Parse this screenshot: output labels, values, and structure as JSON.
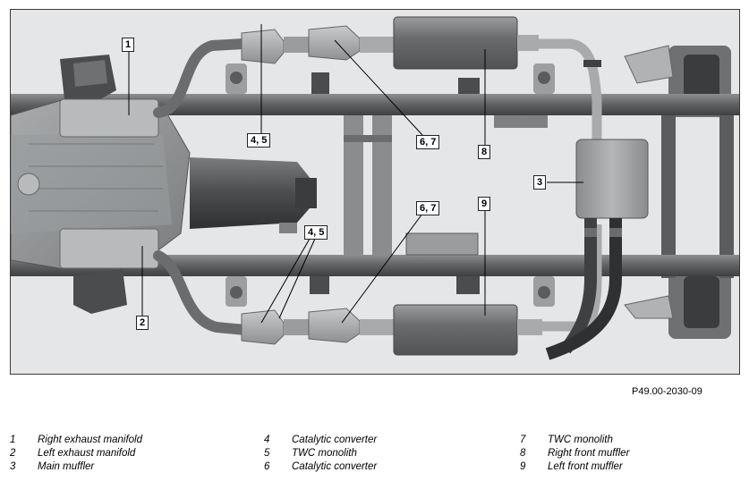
{
  "figure": {
    "reference": "P49.00-2030-09",
    "callouts": {
      "c1": "1",
      "c2": "2",
      "c3": "3",
      "c45_top": "4, 5",
      "c45_bottom": "4, 5",
      "c67_top": "6, 7",
      "c67_bottom": "6, 7",
      "c8": "8",
      "c9": "9"
    }
  },
  "legend": [
    [
      {
        "num": "1",
        "label": "Right exhaust manifold"
      },
      {
        "num": "2",
        "label": "Left exhaust manifold"
      },
      {
        "num": "3",
        "label": "Main muffler"
      }
    ],
    [
      {
        "num": "4",
        "label": "Catalytic converter"
      },
      {
        "num": "5",
        "label": "TWC monolith"
      },
      {
        "num": "6",
        "label": "Catalytic converter"
      }
    ],
    [
      {
        "num": "7",
        "label": "TWC monolith"
      },
      {
        "num": "8",
        "label": "Right front muffler"
      },
      {
        "num": "9",
        "label": "Left front muffler"
      }
    ]
  ]
}
